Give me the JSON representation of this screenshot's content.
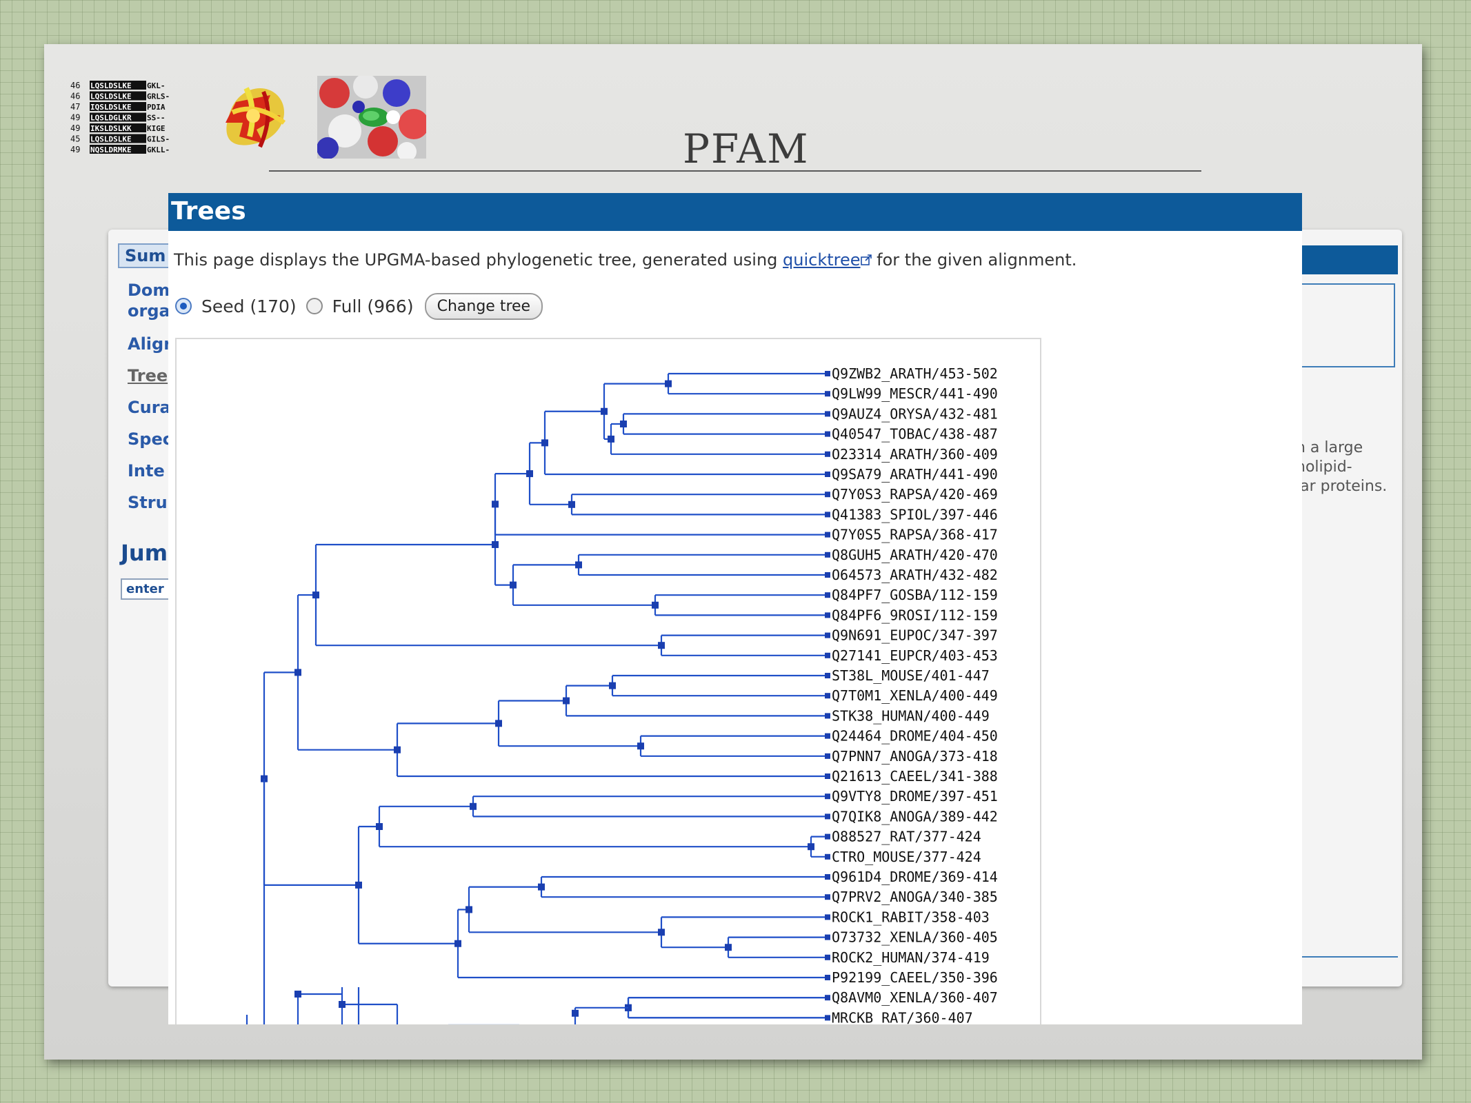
{
  "slide": {
    "title": "PFAM",
    "alignment_logo_rows": [
      {
        "num": "46",
        "seq": "LQSLDSLKEGKL-"
      },
      {
        "num": "46",
        "seq": "LQSLDSLKEGRLS-"
      },
      {
        "num": "47",
        "seq": "IQSLDSLKEPDIA"
      },
      {
        "num": "49",
        "seq": "LQSLDGLKRSS--"
      },
      {
        "num": "49",
        "seq": "IKSLDSLKKKIGE"
      },
      {
        "num": "45",
        "seq": "LQSLDSLKEGILS-"
      },
      {
        "num": "49",
        "seq": "NQSLDRMKEGKLL-"
      }
    ]
  },
  "background_page": {
    "nav_items": [
      "Sum",
      "Dom",
      "orga",
      "Aligr",
      "Tree",
      "Cura",
      "Spec",
      "Inte",
      "Stru"
    ],
    "jump_label": "Jum",
    "jump_input_placeholder": "enter I",
    "right_text_lines": [
      "n a large",
      "holipid-",
      "lar proteins."
    ]
  },
  "panel": {
    "title": "Trees",
    "intro_before": "This page displays the UPGMA-based phylogenetic tree, generated using ",
    "intro_link": "quicktree",
    "intro_after": " for the given alignment.",
    "seed_label": "Seed (170)",
    "full_label": "Full (966)",
    "selected": "seed",
    "change_tree_button": "Change tree"
  },
  "tree": {
    "type": "dendrogram",
    "colors": {
      "branch": "#1f4fc8",
      "node": "#1a3fb0",
      "label": "#111111"
    },
    "leaves": [
      "Q9ZWB2_ARATH/453-502",
      "Q9LW99_MESCR/441-490",
      "Q9AUZ4_ORYSA/432-481",
      "Q40547_TOBAC/438-487",
      "O23314_ARATH/360-409",
      "Q9SA79_ARATH/441-490",
      "Q7Y0S3_RAPSA/420-469",
      "Q41383_SPIOL/397-446",
      "Q7Y0S5_RAPSA/368-417",
      "Q8GUH5_ARATH/420-470",
      "O64573_ARATH/432-482",
      "Q84PF7_GOSBA/112-159",
      "Q84PF6_9ROSI/112-159",
      "Q9N691_EUPOC/347-397",
      "Q27141_EUPCR/403-453",
      "ST38L_MOUSE/401-447",
      "Q7T0M1_XENLA/400-449",
      "STK38_HUMAN/400-449",
      "Q24464_DROME/404-450",
      "Q7PNN7_ANOGA/373-418",
      "Q21613_CAEEL/341-388",
      "Q9VTY8_DROME/397-451",
      "Q7QIK8_ANOGA/389-442",
      "O88527_RAT/377-424",
      "CTRO_MOUSE/377-424",
      "Q961D4_DROME/369-414",
      "Q7PRV2_ANOGA/340-385",
      "ROCK1_RABIT/358-403",
      "O73732_XENLA/360-405",
      "ROCK2_HUMAN/374-419",
      "P92199_CAEEL/350-396",
      "Q8AVM0_XENLA/360-407",
      "MRCKB_RAT/360-407"
    ]
  }
}
